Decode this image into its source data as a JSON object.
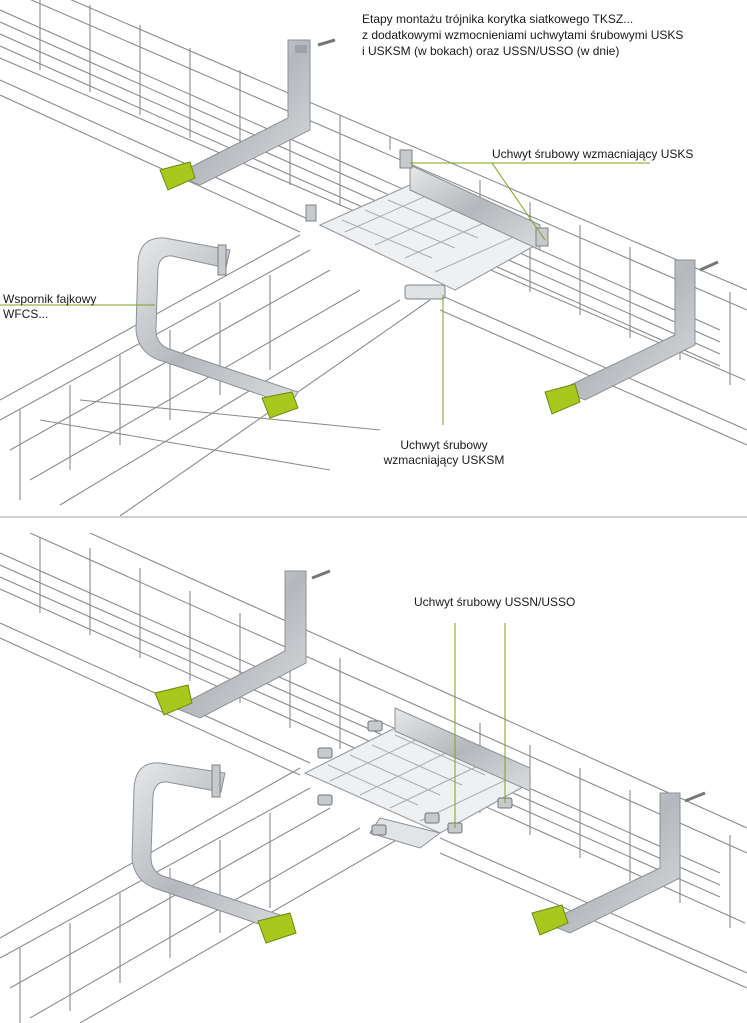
{
  "caption": {
    "line1": "Etapy montażu trójnika korytka siatkowego TKSZ...",
    "line2": "z dodatkowymi wzmocnieniami uchwytami śrubowymi USKS",
    "line3": "i USKSM (w bokach) oraz USSN/USSO (w dnie)"
  },
  "top_panel": {
    "label_usks": "Uchwyt śrubowy wzmacniający USKS",
    "label_wfcs_line1": "Wspornik fajkowy",
    "label_wfcs_line2": "WFCS...",
    "label_usksm_line1": "Uchwyt śrubowy",
    "label_usksm_line2": "wzmacniający USKSM"
  },
  "bottom_panel": {
    "label_ussn": "Uchwyt śrubowy USSN/USSO"
  },
  "colors": {
    "wire": "#8a8d90",
    "bracket": "#b9bcbf",
    "leader_line": "#7fa21f",
    "clip_green": "#a8c81e",
    "divider": "#cfcfcf"
  }
}
